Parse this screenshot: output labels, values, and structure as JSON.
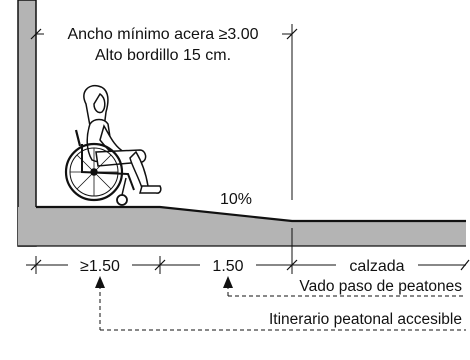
{
  "diagram": {
    "title_line1": "Ancho mínimo acera ≥3.00",
    "title_line2": "Alto bordillo 15 cm.",
    "slope_label": "10%",
    "dimensions": {
      "sidewalk_min": "≥1.50",
      "ramp": "1.50",
      "roadway": "calzada"
    },
    "callouts": {
      "crossing_ramp": "Vado paso de peatones",
      "accessible_route": "Itinerario peatonal accesible"
    },
    "colors": {
      "wall_fill": "#b4b4b4",
      "ground_fill": "#b4b4b4",
      "line": "#111111"
    },
    "icons": [
      "wheelchair-user-icon"
    ]
  }
}
